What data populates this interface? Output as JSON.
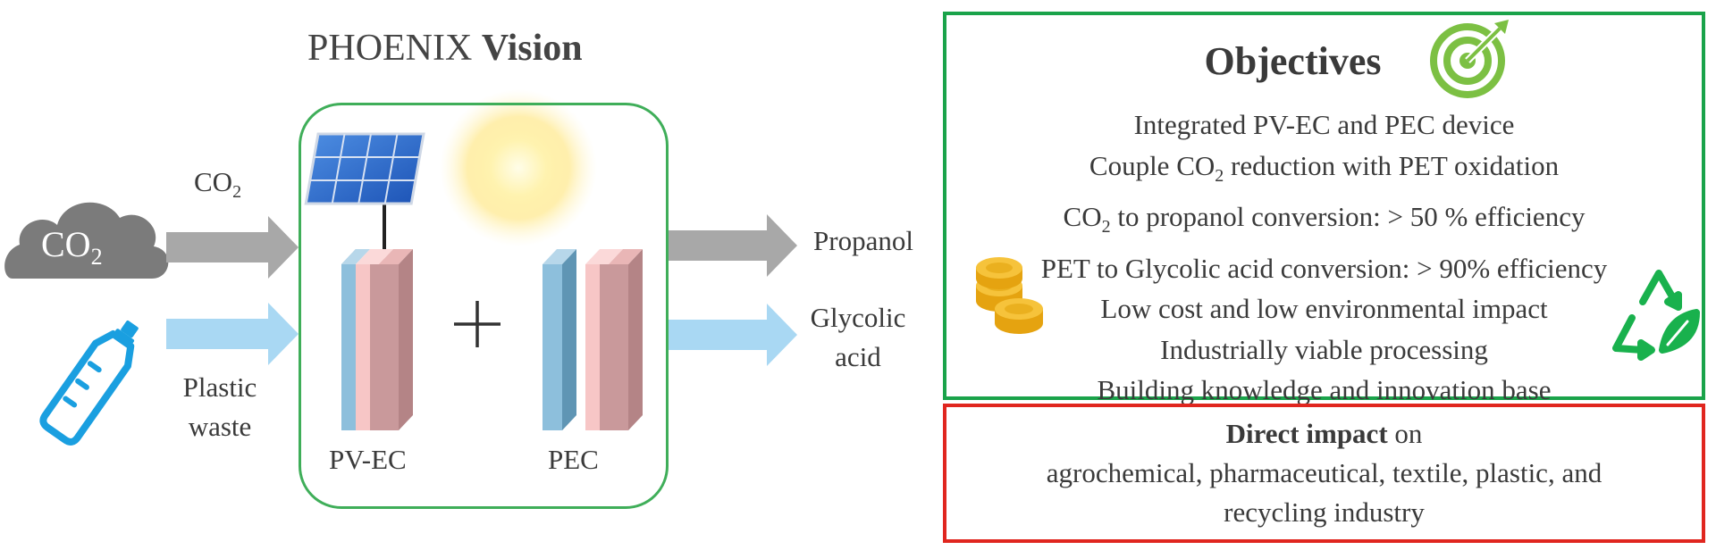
{
  "title": {
    "plain": "PHOENIX ",
    "bold": "Vision"
  },
  "inputs": {
    "co2_label_main": "CO",
    "co2_label_sub": "2",
    "cloud_text_main": "CO",
    "cloud_text_sub": "2",
    "plastic_label_line1": "Plastic",
    "plastic_label_line2": "waste"
  },
  "devices": {
    "pvec_label": "PV-EC",
    "pec_label": "PEC",
    "plus": "+"
  },
  "outputs": {
    "propanol": "Propanol",
    "glycolic_line1": "Glycolic",
    "glycolic_line2": "acid"
  },
  "objectives": {
    "heading": "Objectives",
    "lines": [
      {
        "main": "Integrated  PV-EC  and  PEC  device"
      },
      {
        "pre": "Couple  CO",
        "sub": "2",
        "post": "  reduction  with  PET oxidation"
      },
      {
        "pre": "CO",
        "sub": "2",
        "post": "  to propanol  conversion:  > 50 % efficiency"
      },
      {
        "main": "PET to Glycolic  acid  conversion:  > 90% efficiency"
      },
      {
        "main": "Low  cost  and  low  environmental  impact"
      },
      {
        "main": "Industrially  viable  processing"
      },
      {
        "main": "Building  knowledge  and  innovation  base"
      }
    ]
  },
  "impact": {
    "bold": "Direct impact",
    "rest": " on",
    "line2": "agrochemical,  pharmaceutical,  textile,  plastic,  and",
    "line3": "recycling  industry"
  },
  "colors": {
    "device_box_border": "#3fae59",
    "objectives_border": "#1aa34a",
    "impact_border": "#e0261f",
    "grey_arrow": "#a8a8a8",
    "blue_arrow": "#a9d8f3",
    "bottle_blue": "#1a9fe0",
    "recycle_green": "#19b14d",
    "target_green": "#7cc043",
    "coin_gold": "#f1b41d"
  }
}
